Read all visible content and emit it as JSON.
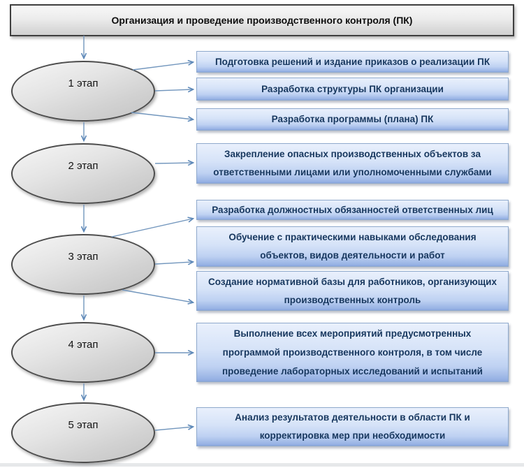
{
  "title": "Организация и проведение производственного контроля (ПК)",
  "stages": [
    {
      "label": "1 этап",
      "boxes": [
        "Подготовка решений и издание приказов о реализации ПК",
        "Разработка структуры ПК организации",
        "Разработка программы (плана) ПК"
      ]
    },
    {
      "label": "2 этап",
      "boxes": [
        "Закрепление опасных производственных объектов за ответственными лицами или уполномоченными службами"
      ]
    },
    {
      "label": "3 этап",
      "boxes": [
        "Разработка должностных обязанностей ответственных лиц",
        "Обучение с практическими навыками обследования объектов,  видов деятельности и работ",
        "Создание нормативной базы для работников, организующих производственных контроль"
      ]
    },
    {
      "label": "4 этап",
      "boxes": [
        "Выполнение всех мероприятий предусмотренных программой производственного контроля, в том числе проведение лабораторных исследований и испытаний"
      ]
    },
    {
      "label": "5 этап",
      "boxes": [
        "Анализ результатов деятельности в области ПК  и корректировка мер при необходимости"
      ]
    }
  ],
  "colors": {
    "header_border": "#3f3f3f",
    "header_fill_top": "#f8f8f8",
    "header_fill_bottom": "#d2d2d2",
    "ellipse_border": "#4c4c4c",
    "ellipse_fill_top": "#f4f4f4",
    "ellipse_fill_bottom": "#c3c3c3",
    "box_border": "#8fa9cc",
    "box_fill_top": "#e9f0fc",
    "box_fill_bottom": "#8aa6dd",
    "box_text": "#17375e",
    "arrow": "#7296bd"
  }
}
